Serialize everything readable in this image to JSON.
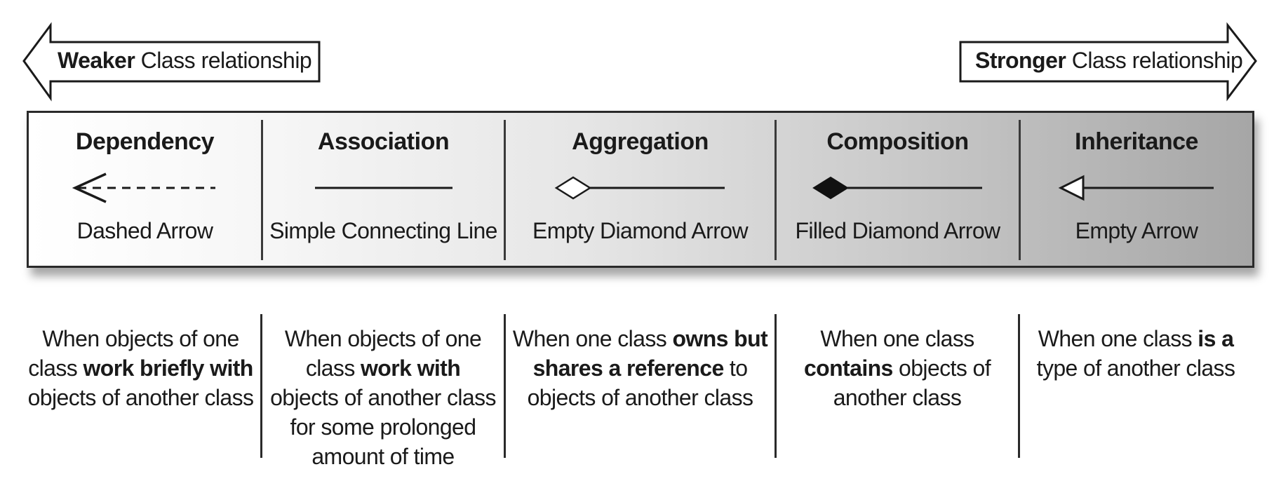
{
  "weaker": {
    "bold": "Weaker",
    "rest": " Class relationship"
  },
  "stronger": {
    "bold": "Stronger",
    "rest": " Class relationship"
  },
  "columns": [
    {
      "title": "Dependency",
      "subtitle": "Dashed Arrow",
      "desc_a": "When objects of one",
      "desc_b": "class ",
      "desc_c": "work briefly with",
      "desc_d": "objects of another class"
    },
    {
      "title": "Association",
      "subtitle": "Simple Connecting Line",
      "desc_a": "When objects of one",
      "desc_b": "class ",
      "desc_c": "work with",
      "desc_d": "objects of another class",
      "desc_e": "for some prolonged",
      "desc_f": "amount of time"
    },
    {
      "title": "Aggregation",
      "subtitle": "Empty Diamond Arrow",
      "desc_a": "When one class ",
      "desc_b": "owns but",
      "desc_c": "shares a reference",
      "desc_d": " to",
      "desc_e": "objects of another class"
    },
    {
      "title": "Composition",
      "subtitle": "Filled Diamond Arrow",
      "desc_a": "When one class",
      "desc_b": "contains",
      "desc_c": " objects of",
      "desc_d": "another class"
    },
    {
      "title": "Inheritance",
      "subtitle": "Empty Arrow",
      "desc_a": "When one class ",
      "desc_b": "is a",
      "desc_c": "type of another class"
    }
  ],
  "colors": {
    "stroke": "#1a1a1a",
    "band_start": "#ffffff",
    "band_end": "#a6a6a6"
  },
  "icons": [
    "weaker-arrow-icon",
    "stronger-arrow-icon",
    "dashed-arrow-icon",
    "connecting-line-icon",
    "empty-diamond-icon",
    "filled-diamond-icon",
    "empty-triangle-arrow-icon"
  ]
}
